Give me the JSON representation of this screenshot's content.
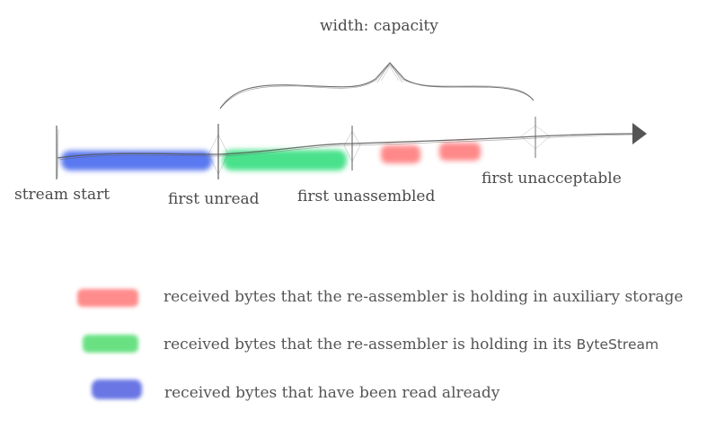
{
  "diagram": {
    "capacity_label": "width: capacity",
    "markers": {
      "stream_start": "stream start",
      "first_unread": "first unread",
      "first_unassembled": "first unassembled",
      "first_unacceptable": "first unacceptable"
    }
  },
  "legend": [
    {
      "color": "#ff7070",
      "text_main": "received bytes that the re-assembler is holding in auxiliary storage",
      "text_extra": ""
    },
    {
      "color": "#4fdc6e",
      "text_main": "received bytes that the re-assembler is holding in its",
      "text_extra": "ByteStream"
    },
    {
      "color": "#4f5fe0",
      "text_main": "received bytes that have been read already",
      "text_extra": ""
    }
  ],
  "colors": {
    "read_bytes": "#5a78f0",
    "assembled_bytes": "#3fe085",
    "unassembled_bytes": "#ff7c7c",
    "line": "#555555"
  }
}
